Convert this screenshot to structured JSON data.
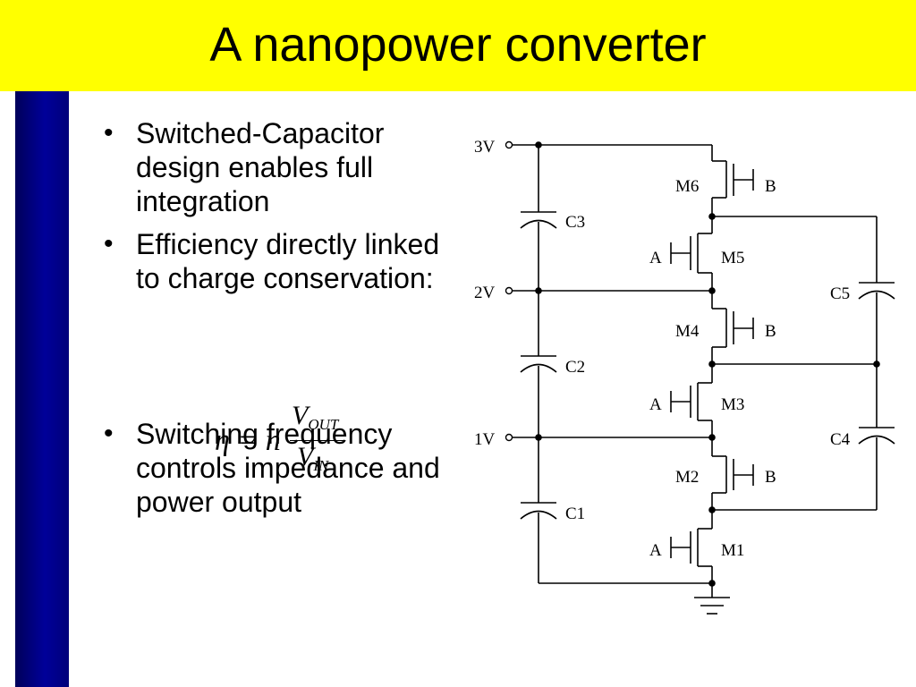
{
  "slide": {
    "title": "A nanopower converter",
    "bullets": [
      "Switched-Capacitor design enables full integration",
      "Efficiency directly linked to charge conservation:",
      "Switching frequency controls impedance and power output"
    ],
    "bullet_symbol": "•",
    "colors": {
      "title_bar": "#ffff00",
      "side_bar": "#000080",
      "background": "#ffffff"
    }
  },
  "equation": {
    "lhs": "η = n",
    "numerator": "V",
    "numerator_sub": "OUT",
    "denominator": "V",
    "denominator_sub": "IN"
  },
  "circuit": {
    "supply_labels": [
      "3V",
      "2V",
      "1V"
    ],
    "capacitor_labels": [
      "C3",
      "C2",
      "C1",
      "C5",
      "C4"
    ],
    "transistor_labels": [
      "M6",
      "M5",
      "M4",
      "M3",
      "M2",
      "M1"
    ],
    "gate_labels": [
      "B",
      "A",
      "B",
      "A",
      "B",
      "A"
    ]
  }
}
